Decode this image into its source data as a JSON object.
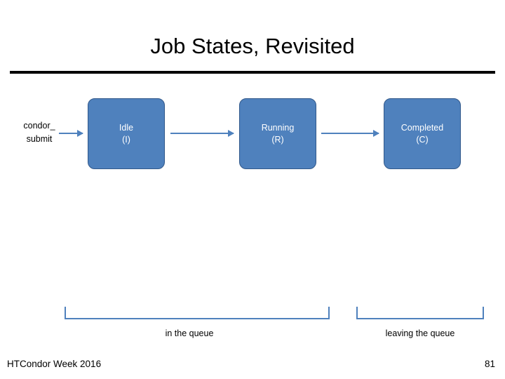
{
  "slide": {
    "title": "Job States, Revisited",
    "footer_left": "HTCondor Week 2016",
    "page_number": "81"
  },
  "diagram": {
    "type": "state-flow",
    "entry_label_line1": "condor_",
    "entry_label_line2": "submit",
    "states": [
      {
        "name": "Idle",
        "code": "(I)"
      },
      {
        "name": "Running",
        "code": "(R)"
      },
      {
        "name": "Completed",
        "code": "(C)"
      }
    ],
    "braces": [
      {
        "label": "in the queue"
      },
      {
        "label": "leaving the queue"
      }
    ],
    "colors": {
      "box_fill": "#4f81bd",
      "box_border": "#31588a",
      "arrow": "#4f81bd",
      "brace": "#4f81bd",
      "box_text": "#ffffff",
      "body_text": "#000000"
    }
  }
}
